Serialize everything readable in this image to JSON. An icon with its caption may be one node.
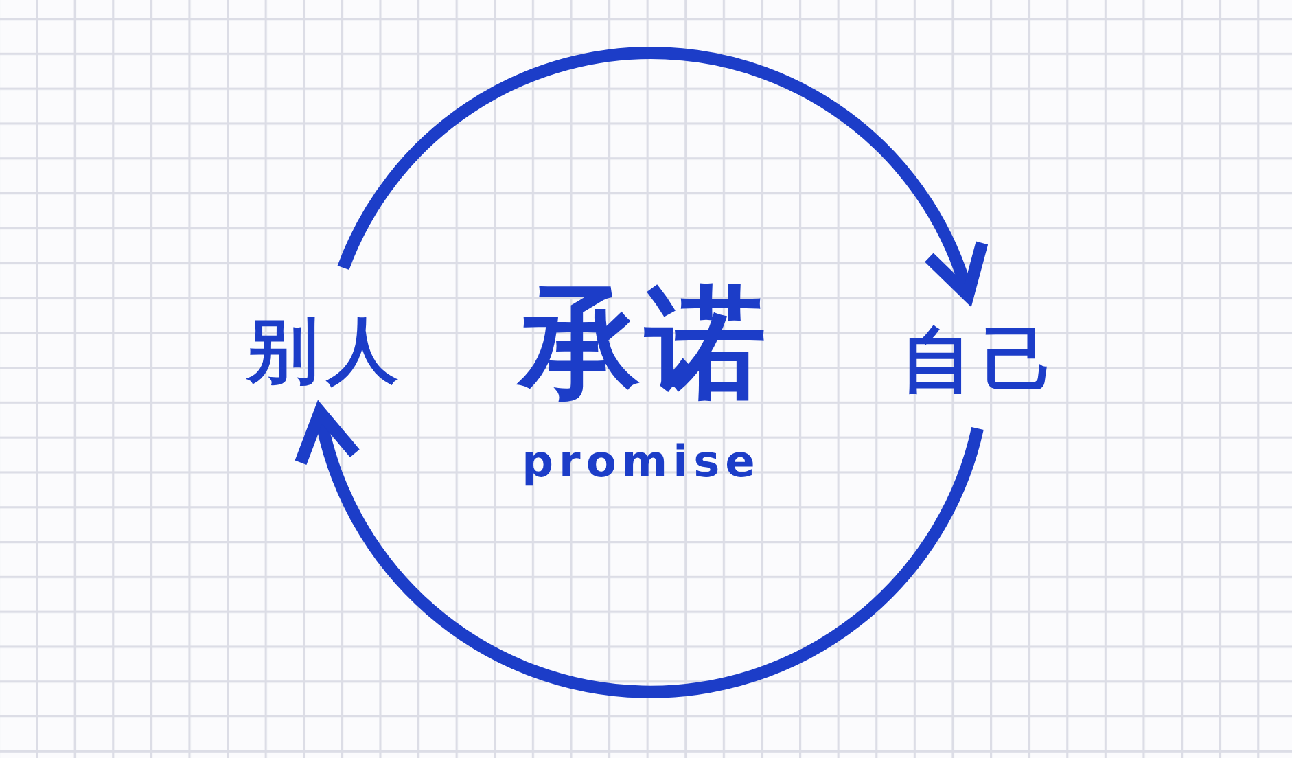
{
  "diagram": {
    "nodes": [
      {
        "text": [
          "别人"
        ]
      },
      {
        "text": [
          "自己"
        ]
      }
    ],
    "edges": [
      {
        "from": 0,
        "to": 1,
        "arrow": "to"
      },
      {
        "from": 1,
        "to": 0,
        "arrow": "to"
      }
    ],
    "labels": [
      "承诺",
      "promise"
    ]
  }
}
